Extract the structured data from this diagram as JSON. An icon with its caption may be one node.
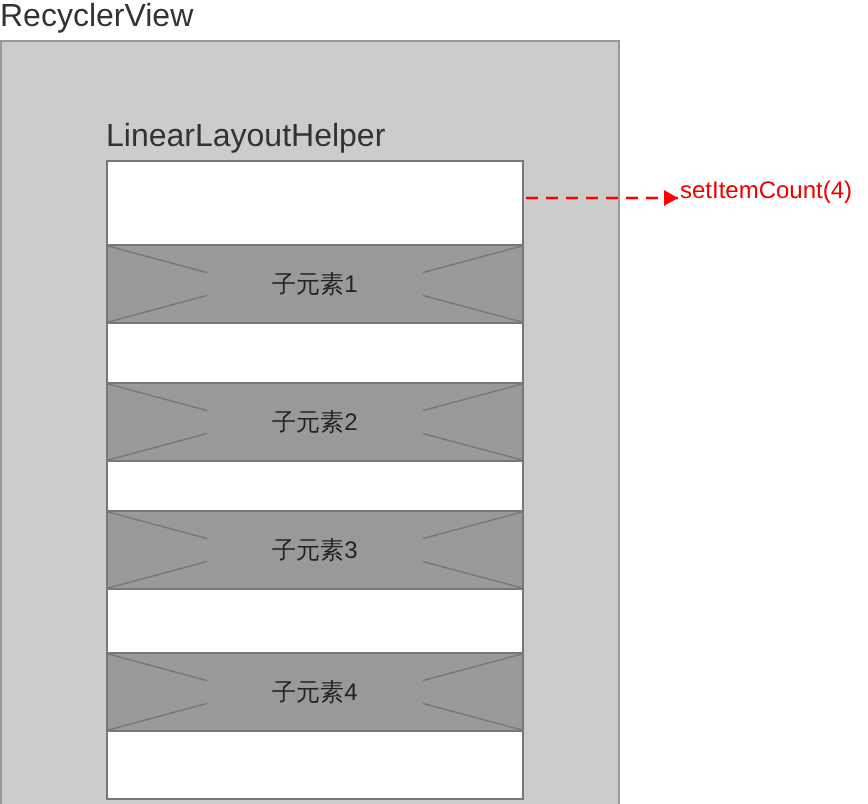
{
  "diagram": {
    "nodes": [
      {
        "text": [
          "RecyclerView"
        ]
      },
      {
        "text": [
          "LinearLayoutHelper"
        ],
        "in": 0
      },
      {
        "text": [
          "子元素1"
        ],
        "in": 1
      },
      {
        "text": [
          "子元素2"
        ],
        "in": 1
      },
      {
        "text": [
          "子元素3"
        ],
        "in": 1
      },
      {
        "text": [
          "子元素4"
        ],
        "in": 1
      },
      {
        "text": [
          "setItemCount(4)"
        ]
      }
    ],
    "edges": [
      {
        "from": 1,
        "to": 6,
        "arrow": "to",
        "style": "dashed",
        "color": "#ff0000"
      }
    ]
  }
}
